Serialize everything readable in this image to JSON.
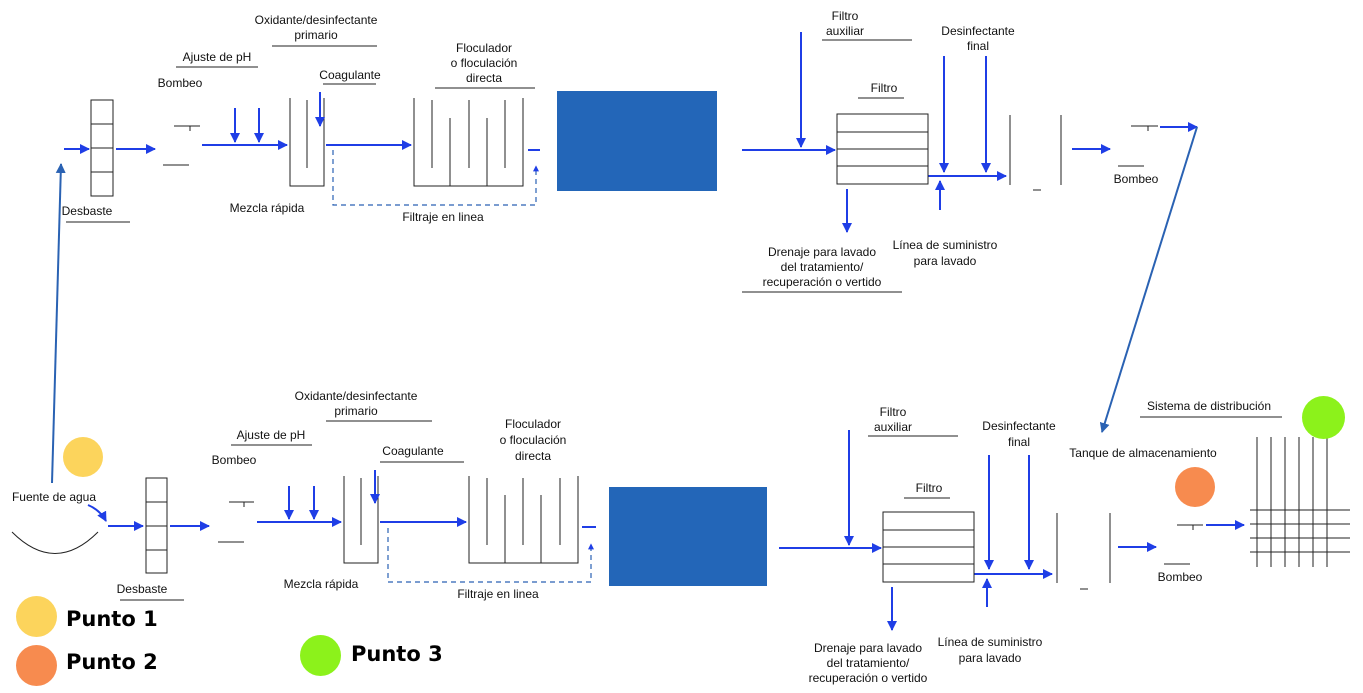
{
  "colors": {
    "flow": "#1f3ee6",
    "line": "#222222",
    "basin": "#2366b8",
    "link": "#2a62b3",
    "punto1": "#fcd45c",
    "punto2": "#f78b4f",
    "punto3": "#8cf21b"
  },
  "top": {
    "oxidante_1": "Oxidante/desinfectante",
    "oxidante_2": "primario",
    "ajuste_ph": "Ajuste de pH",
    "bombeo_in": "Bombeo",
    "coagulante": "Coagulante",
    "floculador_1": "Floculador",
    "floculador_2": "o floculación",
    "floculador_3": "directa",
    "desbaste": "Desbaste",
    "mezcla": "Mezcla rápida",
    "filtraje": "Filtraje en linea",
    "filtro_aux_1": "Filtro",
    "filtro_aux_2": "auxiliar",
    "desinf_final_1": "Desinfectante",
    "desinf_final_2": "final",
    "filtro": "Filtro",
    "bombeo_out": "Bombeo",
    "drenaje_1": "Drenaje para lavado",
    "drenaje_2": "del tratamiento/",
    "drenaje_3": "recuperación o vertido",
    "linea_1": "Línea de suministro",
    "linea_2": "para lavado"
  },
  "bottom": {
    "oxidante_1": "Oxidante/desinfectante",
    "oxidante_2": "primario",
    "ajuste_ph": "Ajuste de pH",
    "bombeo_in": "Bombeo",
    "coagulante": "Coagulante",
    "floculador_1": "Floculador",
    "floculador_2": "o floculación",
    "floculador_3": "directa",
    "fuente": "Fuente de agua",
    "desbaste": "Desbaste",
    "mezcla": "Mezcla rápida",
    "filtraje": "Filtraje en linea",
    "filtro_aux_1": "Filtro",
    "filtro_aux_2": "auxiliar",
    "desinf_final_1": "Desinfectante",
    "desinf_final_2": "final",
    "filtro": "Filtro",
    "tanque": "Tanque de almacenamiento",
    "sistema": "Sistema de distribución",
    "bombeo_out": "Bombeo",
    "drenaje_1": "Drenaje para lavado",
    "drenaje_2": "del tratamiento/",
    "drenaje_3": "recuperación o vertido",
    "linea_1": "Línea de suministro",
    "linea_2": "para lavado"
  },
  "legend": {
    "punto1": "Punto 1",
    "punto2": "Punto 2",
    "punto3": "Punto 3"
  }
}
